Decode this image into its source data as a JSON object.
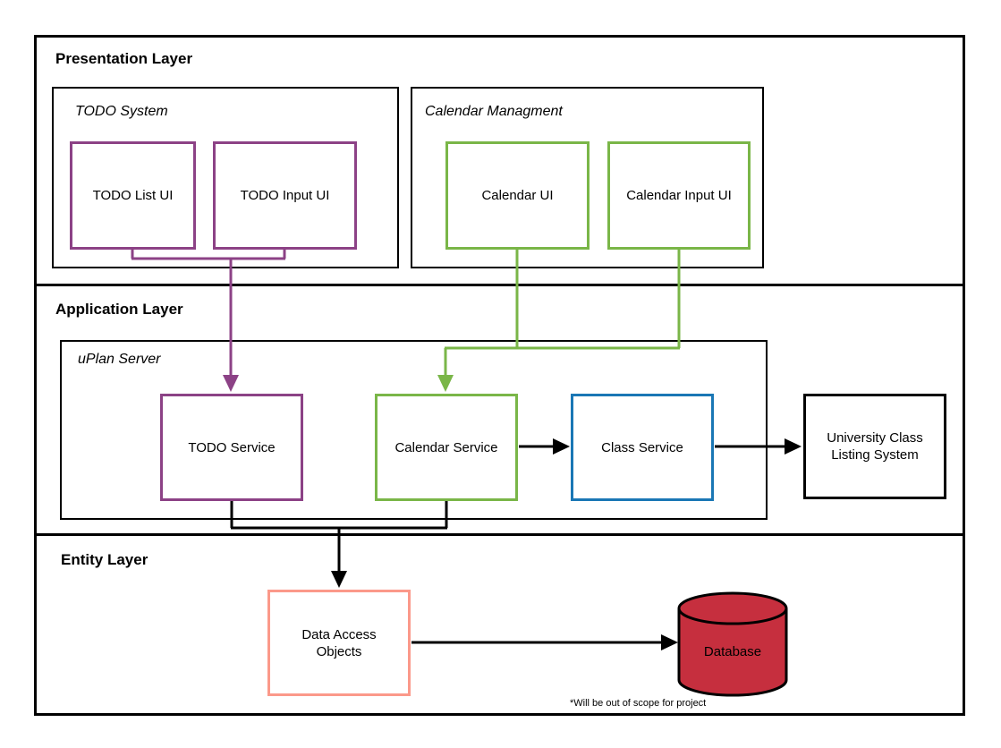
{
  "colors": {
    "purple": "#8C4286",
    "green": "#7AB648",
    "blue": "#1A77B5",
    "database_red": "#C62F3E",
    "salmon": "#FB998A",
    "line_black": "#000000"
  },
  "layers": {
    "presentation": "Presentation Layer",
    "application": "Application Layer",
    "entity": "Entity Layer"
  },
  "presentation": {
    "todo_system": {
      "label": "TODO System",
      "nodes": [
        {
          "label": "TODO List UI"
        },
        {
          "label": "TODO Input UI"
        }
      ]
    },
    "calendar_management": {
      "label": "Calendar Managment",
      "nodes": [
        {
          "label": "Calendar UI"
        },
        {
          "label": "Calendar Input UI"
        }
      ]
    }
  },
  "application": {
    "uplan_server": {
      "label": "uPlan Server",
      "nodes": [
        {
          "label": "TODO Service"
        },
        {
          "label": "Calendar Service"
        },
        {
          "label": "Class Service"
        }
      ]
    },
    "external_node": {
      "label": "University Class Listing System"
    }
  },
  "entity": {
    "dao": {
      "label": "Data Access Objects"
    },
    "database": {
      "label": "Database"
    },
    "note": "*Will be out of scope for project"
  }
}
